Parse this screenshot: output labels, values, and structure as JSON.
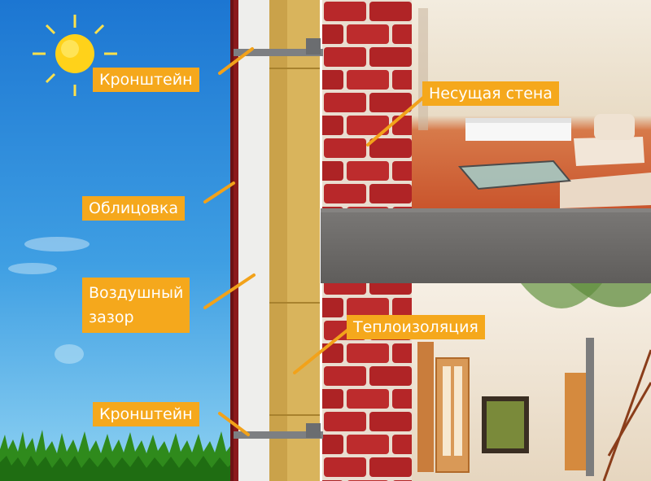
{
  "labels": {
    "bracket_top": "Кронштейн",
    "load_bearing_wall": "Несущая стена",
    "cladding": "Облицовка",
    "air_gap_line1": "Воздушный",
    "air_gap_line2": "зазор",
    "insulation": "Теплоизоляция",
    "bracket_bottom": "Кронштейн"
  },
  "colors": {
    "callout_bg": "#f5a81c",
    "callout_line": "#f2a21a",
    "sky_top": "#1c76d2",
    "sky_bottom": "#8fd2f2",
    "brick": "#b8282a",
    "insulation": "#d9b45c",
    "concrete_slab": "#6f6d6b",
    "bracket": "#7d7f82",
    "grass": "#2f8a1c"
  },
  "icons": {
    "sun": "sun-icon"
  }
}
